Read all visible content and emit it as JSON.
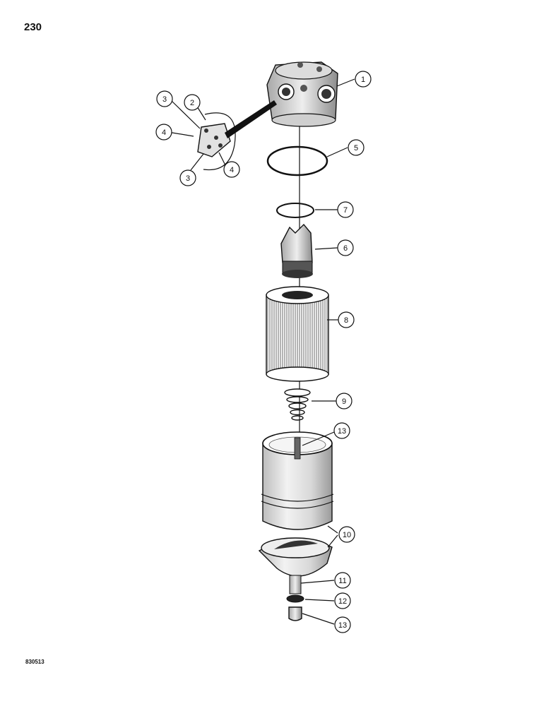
{
  "page_number": "230",
  "drawing_code": "830513",
  "callouts": [
    {
      "id": "c1",
      "label": "1"
    },
    {
      "id": "c2",
      "label": "2"
    },
    {
      "id": "c3a",
      "label": "3"
    },
    {
      "id": "c3b",
      "label": "3"
    },
    {
      "id": "c4a",
      "label": "4"
    },
    {
      "id": "c4b",
      "label": "4"
    },
    {
      "id": "c5",
      "label": "5"
    },
    {
      "id": "c6",
      "label": "6"
    },
    {
      "id": "c7",
      "label": "7"
    },
    {
      "id": "c8",
      "label": "8"
    },
    {
      "id": "c9",
      "label": "9"
    },
    {
      "id": "c10",
      "label": "10"
    },
    {
      "id": "c11",
      "label": "11"
    },
    {
      "id": "c12",
      "label": "12"
    },
    {
      "id": "c13a",
      "label": "13"
    },
    {
      "id": "c13b",
      "label": "13"
    }
  ]
}
